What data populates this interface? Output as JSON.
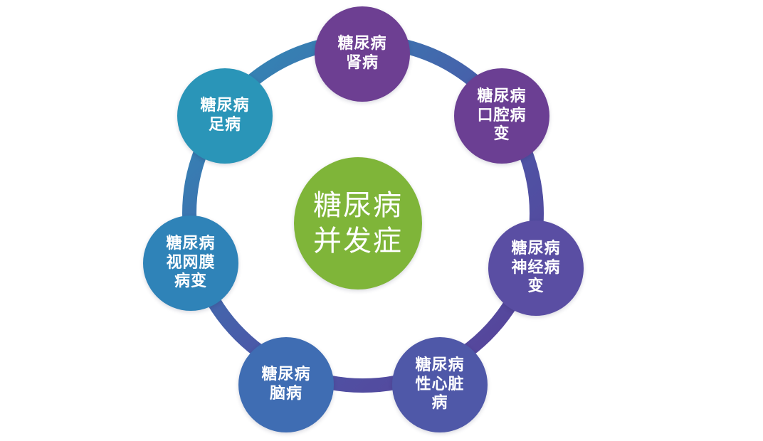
{
  "center": {
    "label": "糖尿病\n并发症",
    "color": "#7fb539"
  },
  "ring_color": "#4d53a6",
  "nodes": [
    {
      "id": "kidney",
      "label": "糖尿病\n肾病",
      "color": "#6d3f92"
    },
    {
      "id": "oral",
      "label": "糖尿病\n口腔病\n变",
      "color": "#6b3f93"
    },
    {
      "id": "nerve",
      "label": "糖尿病\n神经病\n变",
      "color": "#5a4ea3"
    },
    {
      "id": "heart",
      "label": "糖尿病\n性心脏\n病",
      "color": "#4f58a8"
    },
    {
      "id": "brain",
      "label": "糖尿病\n脑病",
      "color": "#3f6db3"
    },
    {
      "id": "retina",
      "label": "糖尿病\n视网膜\n病变",
      "color": "#2f83b8"
    },
    {
      "id": "foot",
      "label": "糖尿病\n足病",
      "color": "#2a95b8"
    }
  ]
}
